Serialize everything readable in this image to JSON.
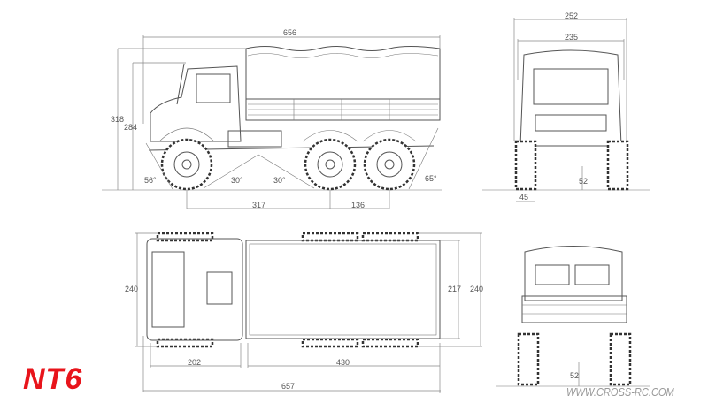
{
  "brand": {
    "logo_text": "NT6",
    "website": "WWW.CROSS-RC.COM",
    "logo_color": "#e8141b"
  },
  "side_view": {
    "overall_length": "656",
    "overall_height": "318",
    "cab_height": "284",
    "wheelbase_front": "317",
    "wheelbase_rear": "136",
    "approach_angle": "56°",
    "breakover_angle_front": "30°",
    "breakover_angle_rear": "30°",
    "departure_angle": "65°"
  },
  "front_view": {
    "overall_width": "252",
    "cab_width": "235",
    "ground_clearance": "52",
    "tire_width": "45"
  },
  "top_view": {
    "cab_length": "202",
    "bed_length": "430",
    "overall_length": "657",
    "width_left": "240",
    "bed_width": "217",
    "width_right": "240"
  },
  "rear_view": {
    "ground_clearance": "52"
  }
}
